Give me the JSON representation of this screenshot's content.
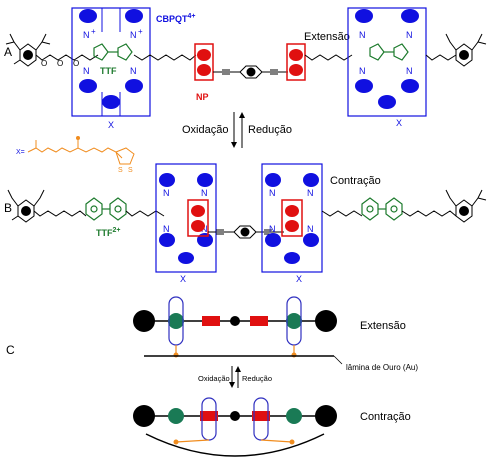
{
  "panels": {
    "a": "A",
    "b": "B",
    "c": "C"
  },
  "labels": {
    "cbpqt": "CBPQT",
    "cbpqt_charge": "4+",
    "ttf": "TTF",
    "ttf2": "TTF",
    "ttf2_charge": "2+",
    "np": "NP",
    "extensao_top": "Extensão",
    "contracao_top": "Contração",
    "oxidacao": "Oxidação",
    "reducao": "Redução",
    "x_def": "X=",
    "x": "X",
    "n": "N",
    "plus": "+",
    "s": "S",
    "o": "O",
    "extensao_c": "Extensão",
    "contracao_c": "Contração",
    "oxidacao_c": "Oxidação",
    "reducao_c": "Redução",
    "gold": "lâmina de Ouro (Au)"
  },
  "colors": {
    "blue": "#1010e0",
    "ring": "#2a2aa0",
    "green": "#1c7a2c",
    "red": "#e01010",
    "orange": "#f08c1e",
    "black": "#000000",
    "teal": "#1a7a55"
  }
}
